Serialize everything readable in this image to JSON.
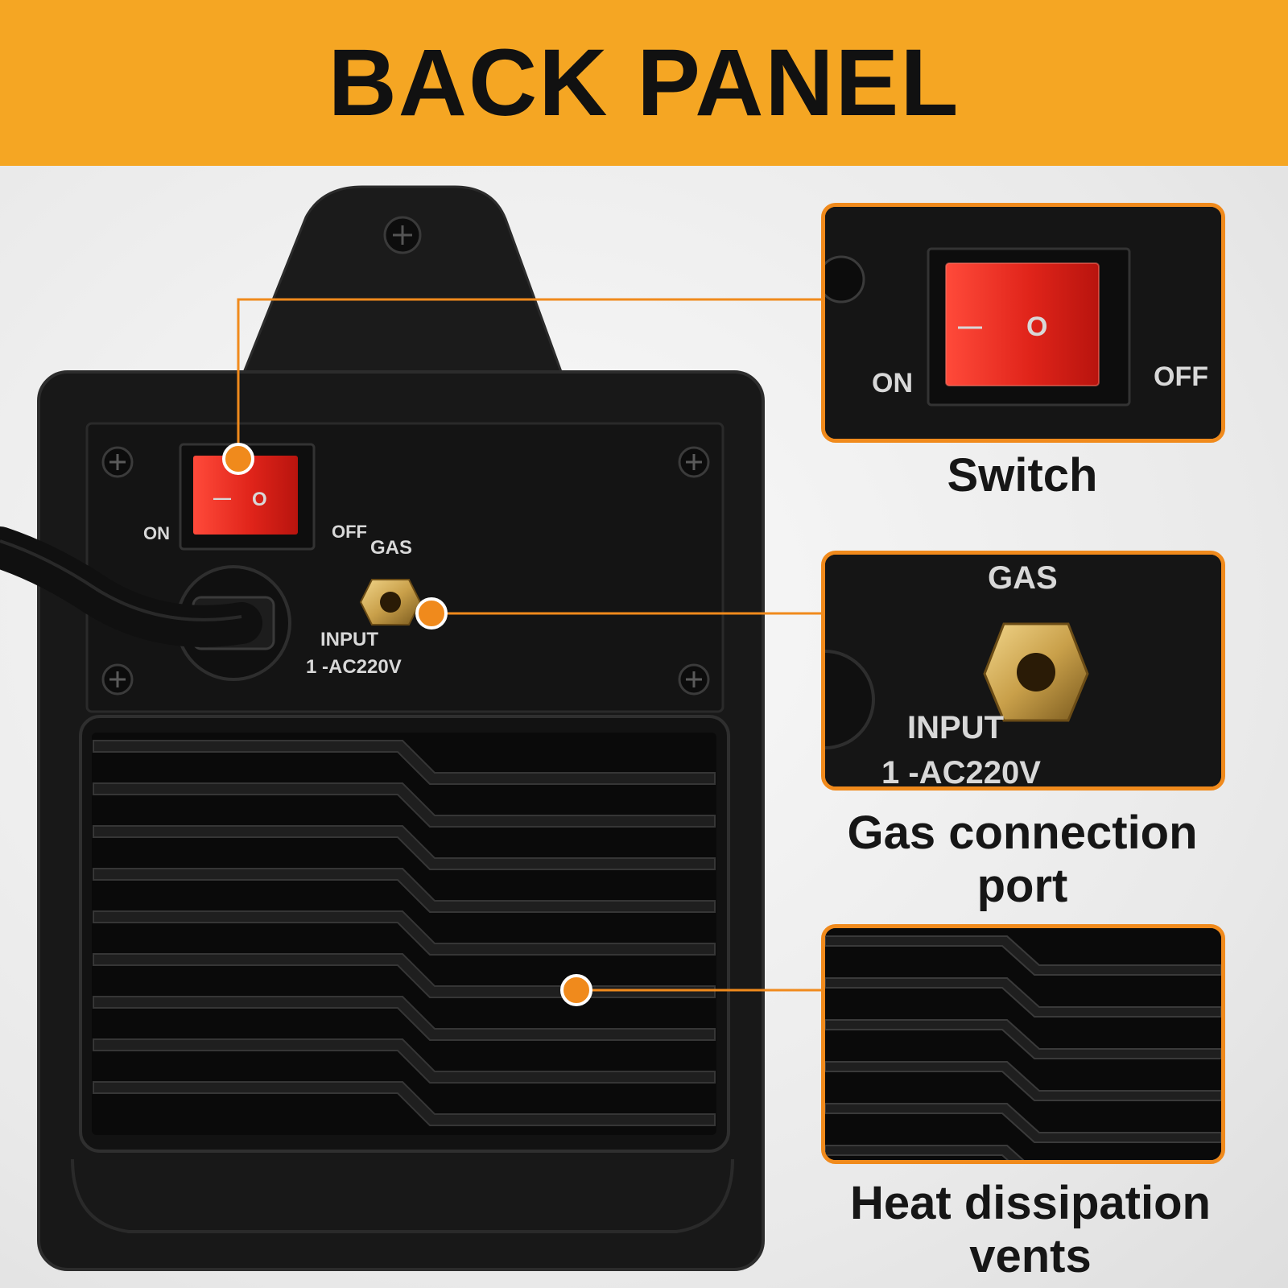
{
  "title": "BACK PANEL",
  "panel_labels": {
    "on": "ON",
    "off": "OFF",
    "gas": "GAS",
    "input": "INPUT",
    "voltage": "1 -AC220V",
    "switch_line": "—",
    "switch_circle": "O"
  },
  "callouts": [
    {
      "caption": "Switch"
    },
    {
      "caption": "Gas connection port"
    },
    {
      "caption": "Heat dissipation vents"
    }
  ],
  "colors": {
    "banner": "#f5a623",
    "accent": "#f08a1c",
    "device": "#161616",
    "switch_red": "#e0241a",
    "brass": "#c9a04a"
  }
}
